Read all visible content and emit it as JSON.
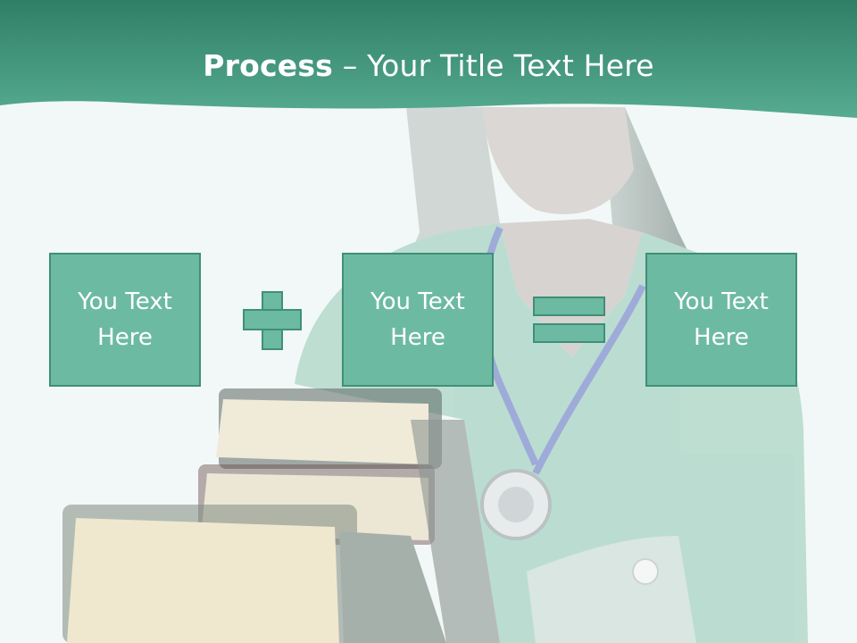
{
  "slide": {
    "title_bold": "Process",
    "title_rest": " – Your Title Text Here",
    "boxes": [
      {
        "text": "You Text Here"
      },
      {
        "text": "You Text Here"
      },
      {
        "text": "You Text Here"
      }
    ],
    "operators": [
      "plus-icon",
      "equals-icon"
    ]
  },
  "colors": {
    "header": "#4a9f86",
    "box_fill": "#6dbaa3",
    "box_border": "#3f8f78",
    "text": "#ffffff"
  }
}
